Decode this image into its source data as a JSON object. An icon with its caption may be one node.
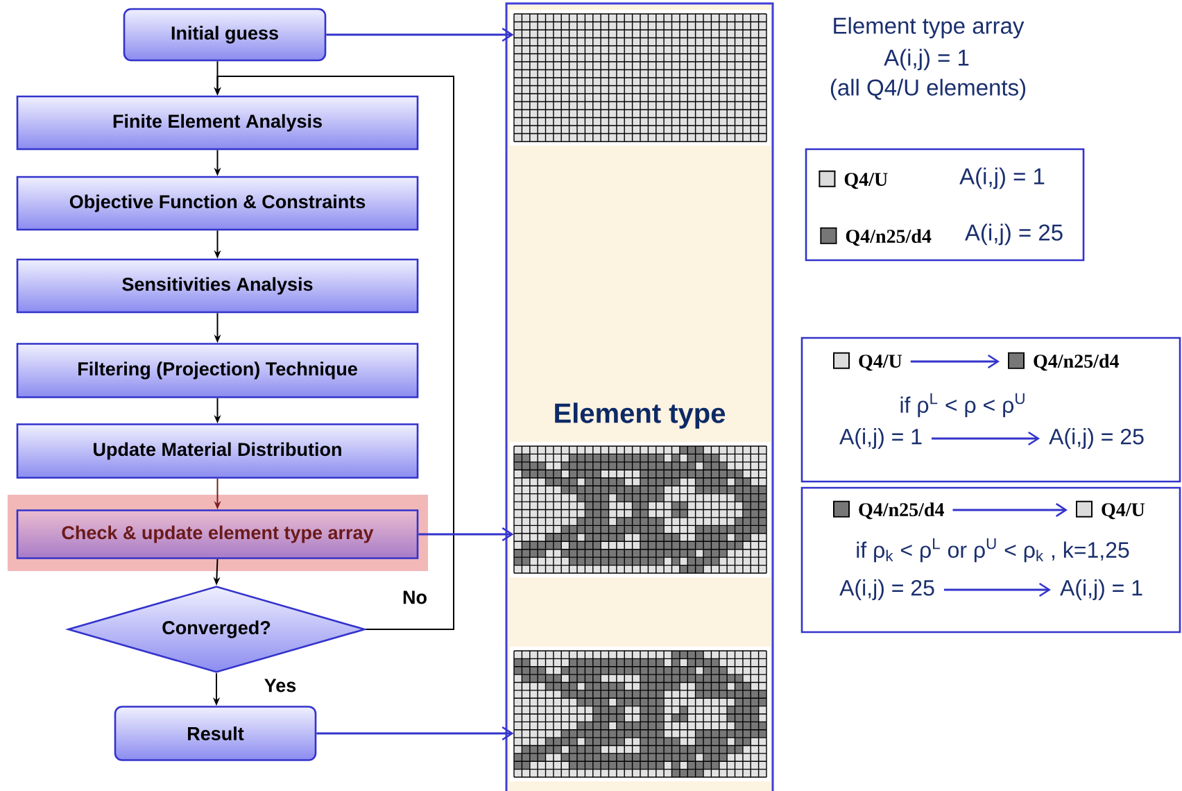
{
  "diagram": {
    "nodes": [
      {
        "text": [
          "Initial guess"
        ]
      },
      {
        "text": [
          "Finite Element Analysis"
        ]
      },
      {
        "text": [
          "Objective Function & Constraints"
        ]
      },
      {
        "text": [
          "Sensitivities Analysis"
        ]
      },
      {
        "text": [
          "Filtering (Projection) Technique"
        ]
      },
      {
        "text": [
          "Update Material Distribution"
        ]
      },
      {
        "text": [
          "Check & update element type array"
        ]
      },
      {
        "text": [
          "Converged?"
        ]
      },
      {
        "text": [
          "Result"
        ]
      },
      {
        "text": [
          "Element type"
        ]
      },
      {
        "text": [],
        "shape": "picture",
        "in": 9
      },
      {
        "text": [],
        "shape": "picture",
        "in": 9
      },
      {
        "text": [],
        "shape": "picture",
        "in": 9
      },
      {
        "text": [
          "if ρ$^{L}$ < ρ < ρ$^{U}$"
        ]
      },
      {
        "text": [
          "Q4/U"
        ],
        "in": 13
      },
      {
        "text": [
          "Q4/n25/d4"
        ],
        "in": 13
      },
      {
        "text": [
          "A(i,j) = 1"
        ],
        "in": 13
      },
      {
        "text": [
          "A(i,j) = 25"
        ],
        "in": 13
      },
      {
        "text": [
          "if ρ$_{k}$ < ρ$^{L}$ or ρ$^{U}$ < ρ$_{k}$ , k=1,25"
        ]
      },
      {
        "text": [
          "Q4/n25/d4"
        ],
        "in": 18
      },
      {
        "text": [
          "Q4/U"
        ],
        "in": 18
      },
      {
        "text": [
          "A(i,j) = 25"
        ],
        "in": 18
      },
      {
        "text": [
          "A(i,j) = 1"
        ],
        "in": 18
      }
    ],
    "edges": [
      {
        "from": 0,
        "to": 1,
        "arrow": "to"
      },
      {
        "from": 1,
        "to": 2,
        "arrow": "to"
      },
      {
        "from": 2,
        "to": 3,
        "arrow": "to"
      },
      {
        "from": 3,
        "to": 4,
        "arrow": "to"
      },
      {
        "from": 4,
        "to": 5,
        "arrow": "to"
      },
      {
        "from": 5,
        "to": 6,
        "arrow": "to",
        "color": "#7a1f1f"
      },
      {
        "from": 6,
        "to": 7,
        "arrow": "to"
      },
      {
        "from": 7,
        "to": 1,
        "arrow": "to",
        "label": "No"
      },
      {
        "from": 7,
        "to": 8,
        "arrow": "to",
        "label": "Yes"
      },
      {
        "from": 0,
        "to": 10,
        "arrow": "to",
        "color": "#3333cc"
      },
      {
        "from": 6,
        "to": 11,
        "arrow": "to",
        "color": "#3333cc"
      },
      {
        "from": 8,
        "to": 12,
        "arrow": "to",
        "color": "#3333cc"
      },
      {
        "from": 14,
        "to": 15,
        "arrow": "to",
        "color": "#3333cc"
      },
      {
        "from": 16,
        "to": 17,
        "arrow": "to",
        "color": "#3333cc"
      },
      {
        "from": 19,
        "to": 20,
        "arrow": "to",
        "color": "#3333cc"
      },
      {
        "from": 21,
        "to": 22,
        "arrow": "to",
        "color": "#3333cc"
      }
    ],
    "labels": [
      "Element type array",
      "A(i,j) = 1",
      "(all Q4/U elements)",
      "A(i,j) = 1",
      "A(i,j) = 25"
    ],
    "legend": [
      {
        "text": "Q4/U",
        "color": "#dcdcdc"
      },
      {
        "text": "Q4/n25/d4",
        "color": "#777777"
      }
    ]
  }
}
